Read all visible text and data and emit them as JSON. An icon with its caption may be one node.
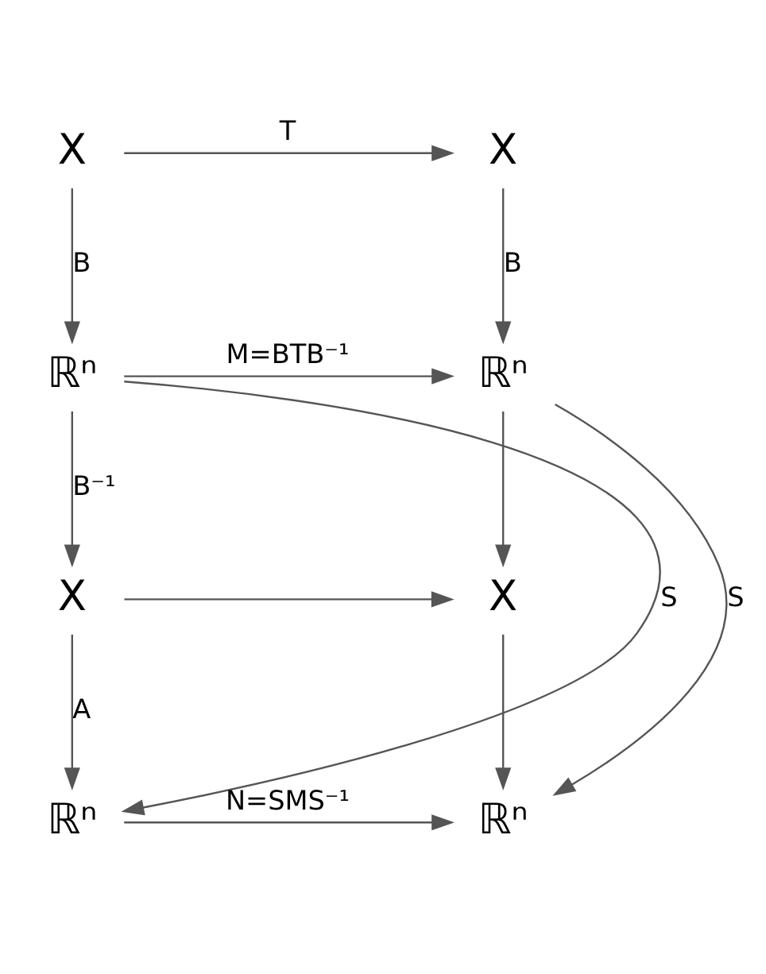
{
  "diagram": {
    "nodes": [
      {
        "text": [
          "X"
        ]
      },
      {
        "text": [
          "X"
        ]
      },
      {
        "text": [
          "ℝⁿ"
        ]
      },
      {
        "text": [
          "ℝⁿ"
        ]
      },
      {
        "text": [
          "X"
        ]
      },
      {
        "text": [
          "X"
        ]
      },
      {
        "text": [
          "ℝⁿ"
        ]
      },
      {
        "text": [
          "ℝⁿ"
        ]
      }
    ],
    "edges": [
      {
        "from": 0,
        "to": 1,
        "arrow": "to",
        "label": "T"
      },
      {
        "from": 0,
        "to": 2,
        "arrow": "to",
        "label": "B"
      },
      {
        "from": 1,
        "to": 3,
        "arrow": "to",
        "label": "B"
      },
      {
        "from": 2,
        "to": 3,
        "arrow": "to",
        "label": "M=BTB⁻¹"
      },
      {
        "from": 2,
        "to": 4,
        "arrow": "to",
        "label": "B⁻¹"
      },
      {
        "from": 3,
        "to": 5,
        "arrow": "to"
      },
      {
        "from": 2,
        "to": 6,
        "arrow": "to",
        "label": "S"
      },
      {
        "from": 3,
        "to": 7,
        "arrow": "to",
        "label": "S"
      },
      {
        "from": 4,
        "to": 5,
        "arrow": "to"
      },
      {
        "from": 4,
        "to": 6,
        "arrow": "to",
        "label": "A"
      },
      {
        "from": 5,
        "to": 7,
        "arrow": "to"
      },
      {
        "from": 6,
        "to": 7,
        "arrow": "to",
        "label": "N=SMS⁻¹"
      }
    ]
  }
}
